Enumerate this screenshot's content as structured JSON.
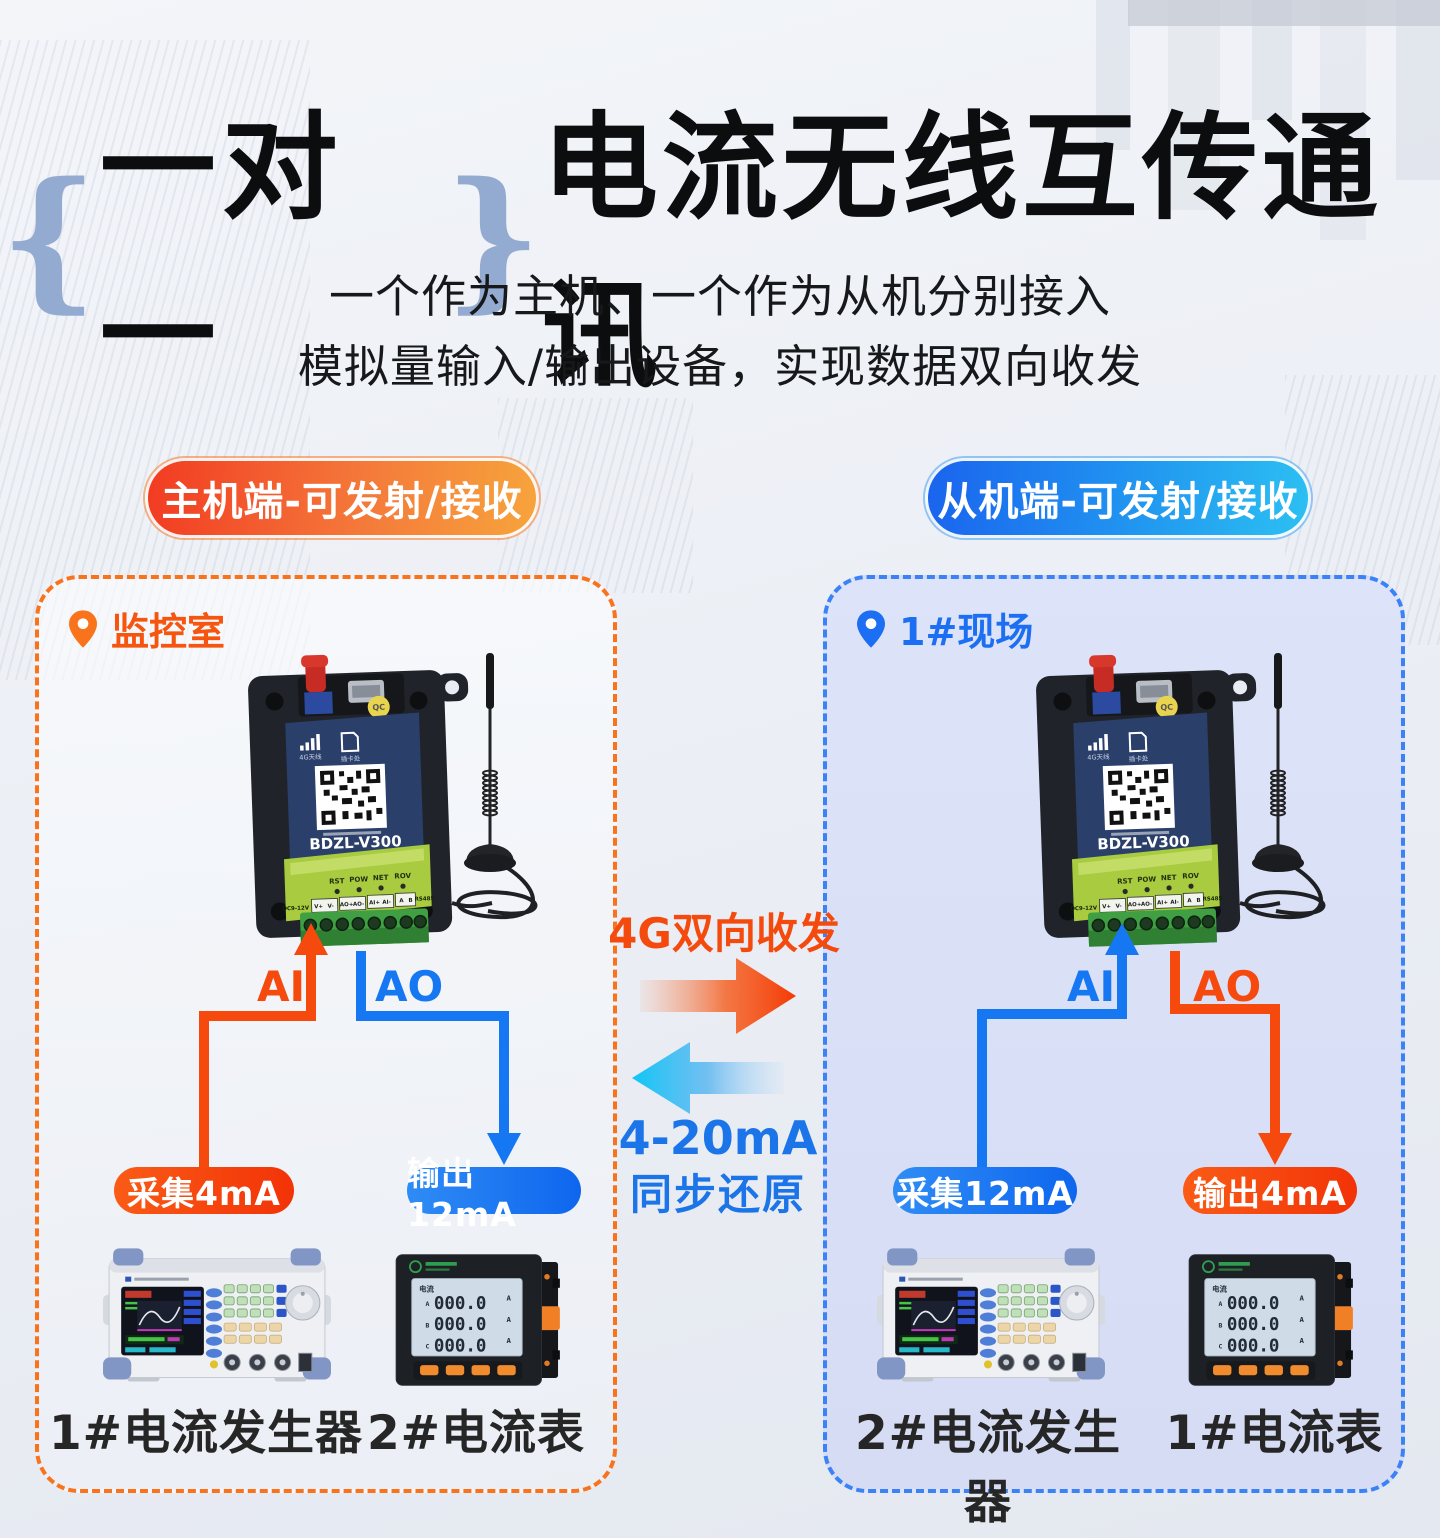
{
  "header": {
    "brace_left": "{",
    "brace_highlight": "一对一",
    "brace_right": "}",
    "title_rest": "电流无线互传通讯",
    "subtitle_line1": "一个作为主机、一个作为从机分别接入",
    "subtitle_line2": "模拟量输入/输出设备，实现数据双向收发"
  },
  "left": {
    "badge": "主机端-可发射/接收",
    "location": "监控室",
    "ai": "AI",
    "ao": "AO",
    "collect": "采集4mA",
    "output": "输出12mA",
    "generator": "1#电流发生器",
    "meter": "2#电流表"
  },
  "right": {
    "badge": "从机端-可发射/接收",
    "location": "1#现场",
    "ai": "AI",
    "ao": "AO",
    "collect": "采集12mA",
    "output": "输出4mA",
    "generator": "2#电流发生器",
    "meter": "1#电流表"
  },
  "middle": {
    "top": "4G双向收发",
    "bottom1": "4-20mA",
    "bottom2": "同步还原"
  },
  "gateway": {
    "model": "BDZL-V300",
    "qc": "QC",
    "antenna_label_1": "4G天线",
    "antenna_label_2": "插卡处",
    "leds": [
      "RST",
      "POW",
      "NET",
      "ROV"
    ],
    "terminals": [
      "DC9-12V",
      "V+",
      "V-",
      "AO+",
      "AO-",
      "AI+",
      "AI-",
      "A",
      "B",
      "RS485"
    ]
  },
  "meter_device": {
    "title": "电流",
    "rows": [
      {
        "phase": "A",
        "value": "000.0",
        "unit": "A"
      },
      {
        "phase": "B",
        "value": "000.0",
        "unit": "A"
      },
      {
        "phase": "C",
        "value": "000.0",
        "unit": "A"
      }
    ]
  },
  "colors": {
    "orange": "#f5490d",
    "blue": "#1677f3",
    "box_orange_border": "#f9731d",
    "box_blue_border": "#3b82f6",
    "brace": "#94abd1",
    "badge_orange": "#f4793a",
    "badge_blue": "#2196f0",
    "right_box_bg": "#dde3f8"
  }
}
